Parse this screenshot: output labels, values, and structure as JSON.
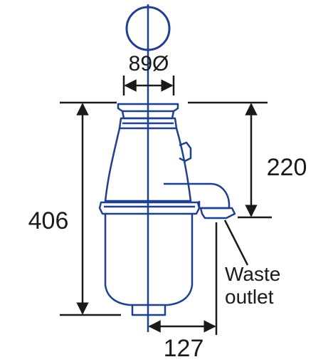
{
  "dimensions": {
    "top_diameter": "89Ø",
    "overall_height": "406",
    "outlet_height": "220",
    "outlet_offset": "127"
  },
  "callouts": {
    "outlet_line1": "Waste",
    "outlet_line2": "outlet"
  },
  "colors": {
    "outline": "#1f3f8f",
    "dimension": "#1a1a1a",
    "background": "#ffffff"
  }
}
